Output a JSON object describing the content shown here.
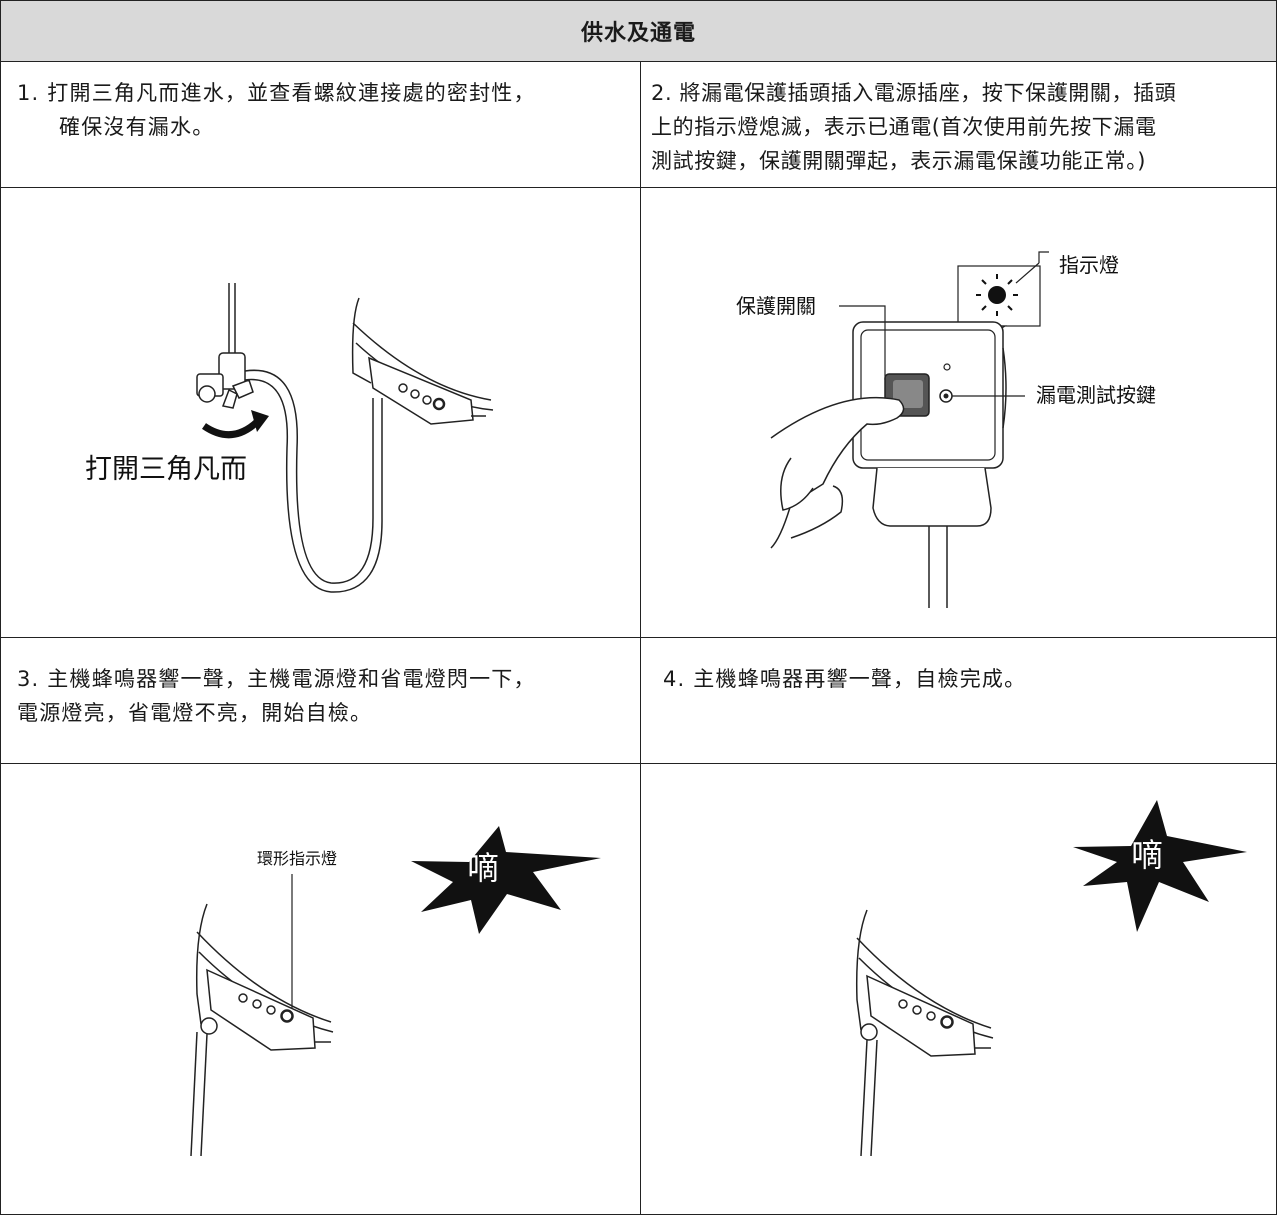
{
  "header": {
    "title": "供水及通電"
  },
  "steps": [
    {
      "line1": "1. 打開三角凡而進水，並查看螺紋連接處的密封性，",
      "line2": "確保沒有漏水。"
    },
    {
      "line1": "2. 將漏電保護插頭插入電源插座，按下保護開關，插頭",
      "line2": "上的指示燈熄滅，表示已通電(首次使用前先按下漏電",
      "line3": "測試按鍵，保護開關彈起，表示漏電保護功能正常。)"
    },
    {
      "line1": "3. 主機蜂鳴器響一聲，主機電源燈和省電燈閃一下，",
      "line2": "電源燈亮，省電燈不亮，開始自檢。"
    },
    {
      "line1": "4. 主機蜂鳴器再響一聲，自檢完成。"
    }
  ],
  "figures": {
    "valve_label": "打開三角凡而",
    "protect_switch_label": "保護開關",
    "indicator_label": "指示燈",
    "test_button_label": "漏電測試按鍵",
    "ring_indicator_label": "環形指示燈",
    "beep_text": "嘀"
  }
}
